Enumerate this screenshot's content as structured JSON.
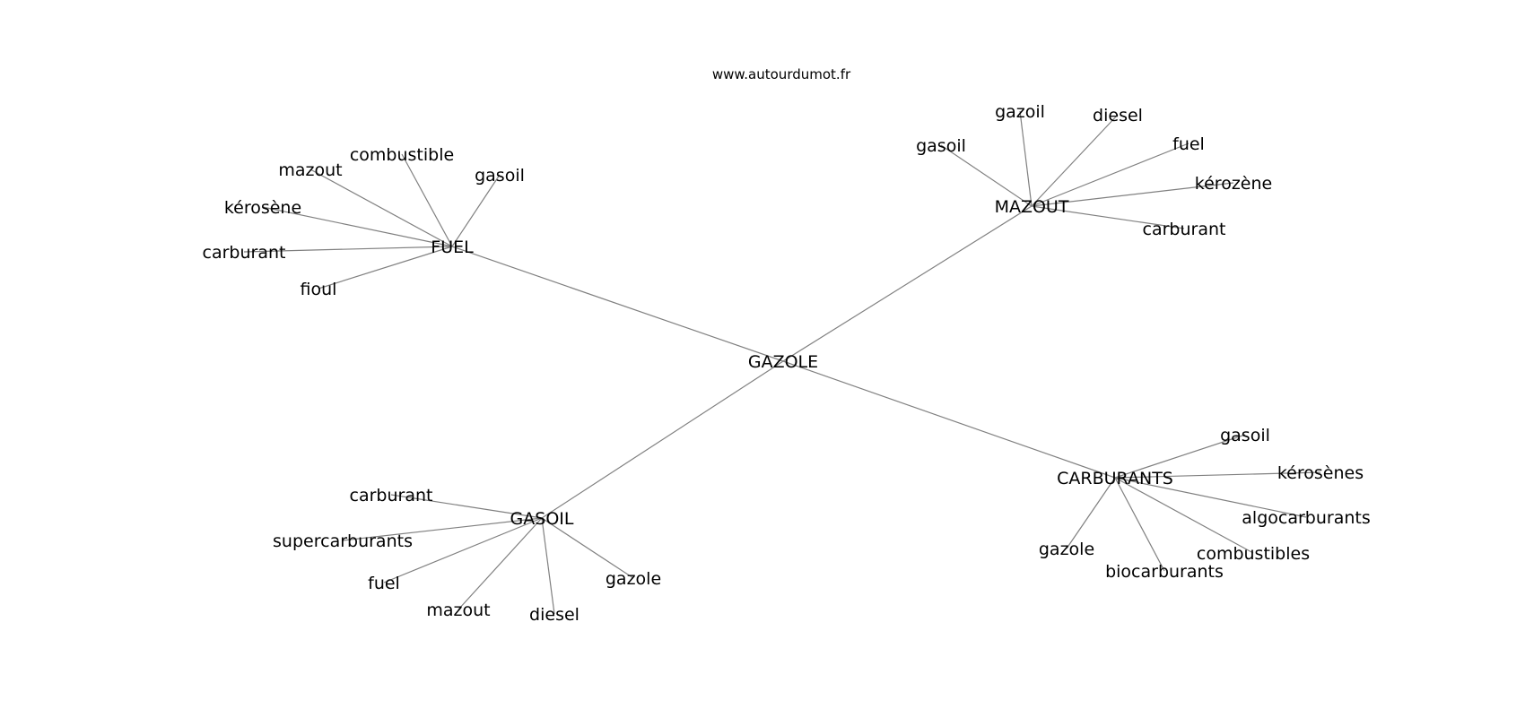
{
  "source_text": "www.autourdumot.fr",
  "colors": {
    "edge": "#808080",
    "text": "#000000",
    "background": "#ffffff"
  },
  "graph": {
    "center": "GAZOLE",
    "hubs": [
      {
        "label": "FUEL",
        "leaves": [
          "combustible",
          "mazout",
          "gasoil",
          "kérosène",
          "carburant",
          "fioul"
        ]
      },
      {
        "label": "MAZOUT",
        "leaves": [
          "gazoil",
          "diesel",
          "gasoil",
          "fuel",
          "kérozène",
          "carburant"
        ]
      },
      {
        "label": "GASOIL",
        "leaves": [
          "carburant",
          "supercarburants",
          "fuel",
          "mazout",
          "diesel",
          "gazole"
        ]
      },
      {
        "label": "CARBURANTS",
        "leaves": [
          "gasoil",
          "kérosènes",
          "algocarburants",
          "gazole",
          "combustibles",
          "biocarburants"
        ]
      }
    ]
  }
}
